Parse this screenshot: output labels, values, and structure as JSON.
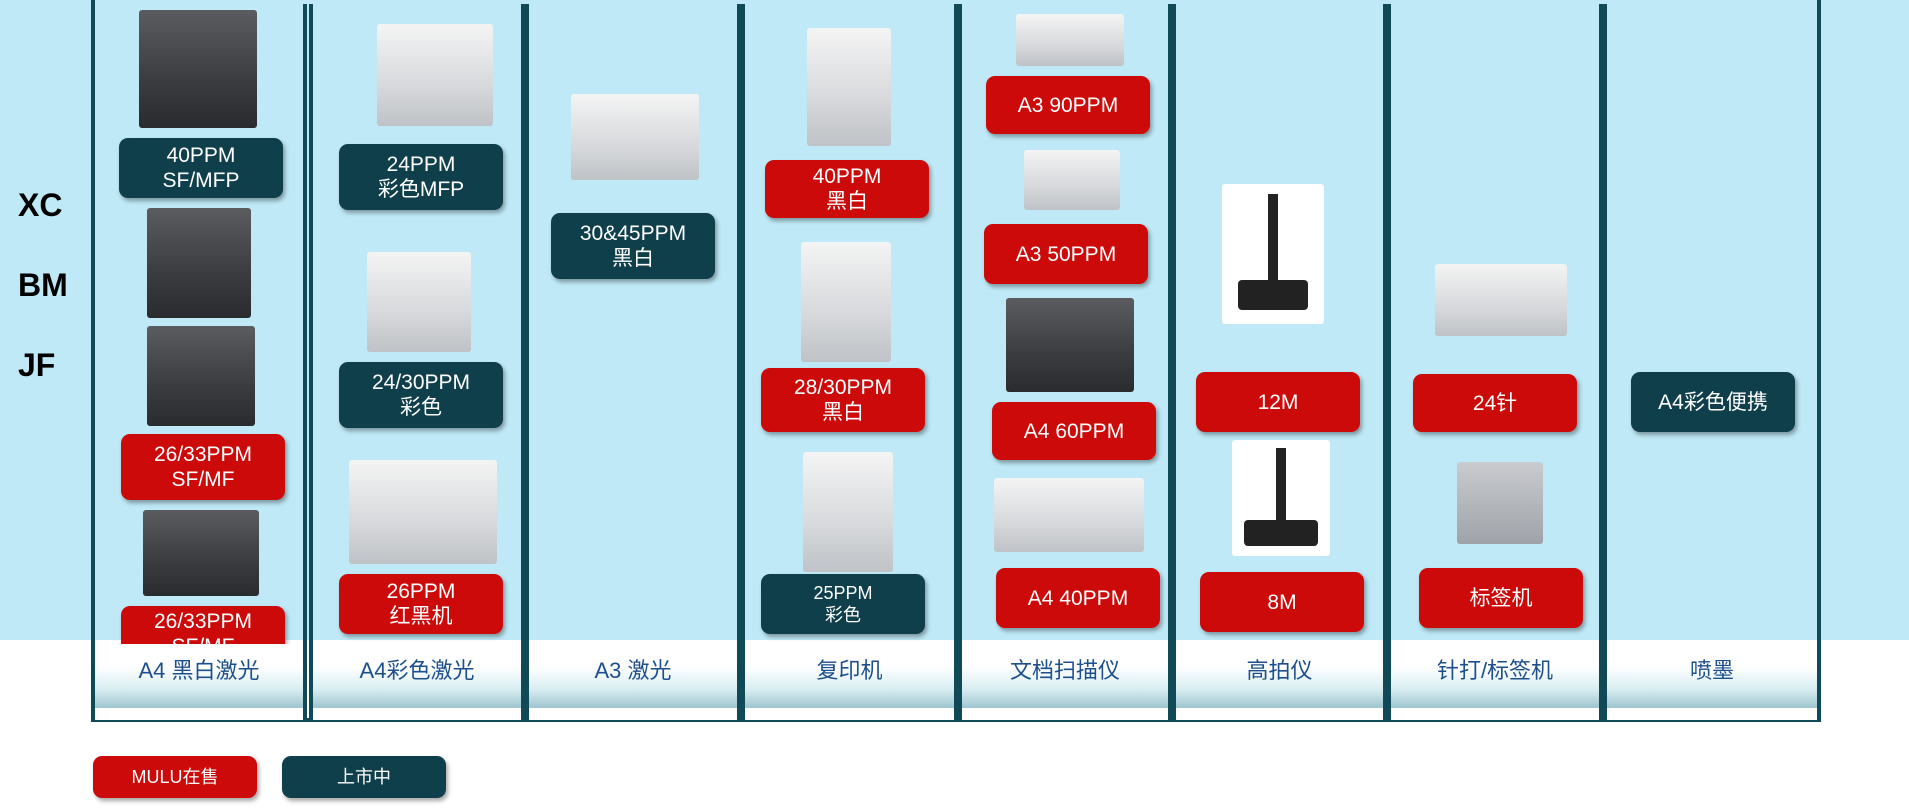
{
  "row_labels": [
    "XC",
    "BM",
    "JF"
  ],
  "columns": [
    {
      "title": "A4 黑白激光"
    },
    {
      "title": "A4彩色激光"
    },
    {
      "title": "A3 激光"
    },
    {
      "title": "复印机"
    },
    {
      "title": "文档扫描仪"
    },
    {
      "title": "高拍仪"
    },
    {
      "title": "针打/标签机"
    },
    {
      "title": "喷墨"
    }
  ],
  "badges": {
    "c1_b1": {
      "line1": "40PPM",
      "line2": "SF/MFP",
      "status": "上市中"
    },
    "c1_b2": {
      "line1": "26/33PPM",
      "line2": "SF/MF",
      "status": "MULU在售"
    },
    "c1_b3": {
      "line1": "26/33PPM",
      "line2": "SF/MF",
      "status": "MULU在售"
    },
    "c2_b1": {
      "line1": "24PPM",
      "line2": "彩色MFP",
      "status": "上市中"
    },
    "c2_b2": {
      "line1": "24/30PPM",
      "line2": "彩色",
      "status": "上市中"
    },
    "c2_b3": {
      "line1": "26PPM",
      "line2": "红黑机",
      "status": "MULU在售"
    },
    "c3_b1": {
      "line1": "30&45PPM",
      "line2": "黑白",
      "status": "上市中"
    },
    "c4_b1": {
      "line1": "40PPM",
      "line2": "黑白",
      "status": "MULU在售"
    },
    "c4_b2": {
      "line1": "28/30PPM",
      "line2": "黑白",
      "status": "MULU在售"
    },
    "c4_b3": {
      "line1": "25PPM",
      "line2": "彩色",
      "status": "上市中"
    },
    "c5_b1": {
      "line1": "A3 90PPM",
      "status": "MULU在售"
    },
    "c5_b2": {
      "line1": "A3 50PPM",
      "status": "MULU在售"
    },
    "c5_b3": {
      "line1": "A4 60PPM",
      "status": "MULU在售"
    },
    "c5_b4": {
      "line1": "A4 40PPM",
      "status": "MULU在售"
    },
    "c6_b1": {
      "line1": "12M",
      "status": "MULU在售"
    },
    "c6_b2": {
      "line1": "8M",
      "status": "MULU在售"
    },
    "c7_b1": {
      "line1": "24针",
      "status": "MULU在售"
    },
    "c7_b2": {
      "line1": "标签机",
      "status": "MULU在售"
    },
    "c8_b1": {
      "line1": "A4彩色便携",
      "status": "上市中"
    }
  },
  "legend": [
    {
      "label": "MULU在售",
      "color": "#cc0a0a"
    },
    {
      "label": "上市中",
      "color": "#0f3f4b"
    }
  ],
  "colors": {
    "background": "#bfe9f6",
    "frame": "#114a57",
    "red": "#cc0a0a",
    "dark": "#0f3f4b",
    "title_text": "#1d4f8c"
  }
}
